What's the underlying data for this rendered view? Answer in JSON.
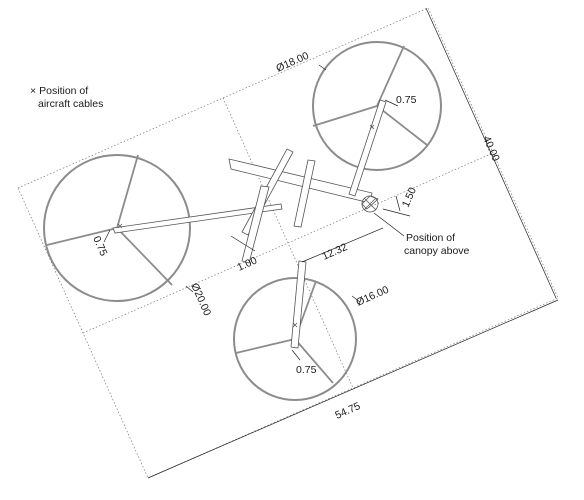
{
  "legend": {
    "marker": "×",
    "line1": "Position of",
    "line2": "aircraft cables"
  },
  "dimensions": {
    "width": "54.75",
    "height": "40.00",
    "diameter_top": "Ø18.00",
    "diameter_left": "Ø20.00",
    "diameter_bottom": "Ø16.00",
    "offset_top": "0.75",
    "offset_left": "0.75",
    "offset_bottom": "0.75",
    "pole_width": "1.00",
    "canopy_offset": "12.32",
    "canopy_gap": "1.50"
  },
  "canopy_note": {
    "line1": "Position of",
    "line2": "canopy above"
  },
  "colors": {
    "outline": "#8c8c8c",
    "line": "#555555",
    "text": "#1a1a1a"
  }
}
